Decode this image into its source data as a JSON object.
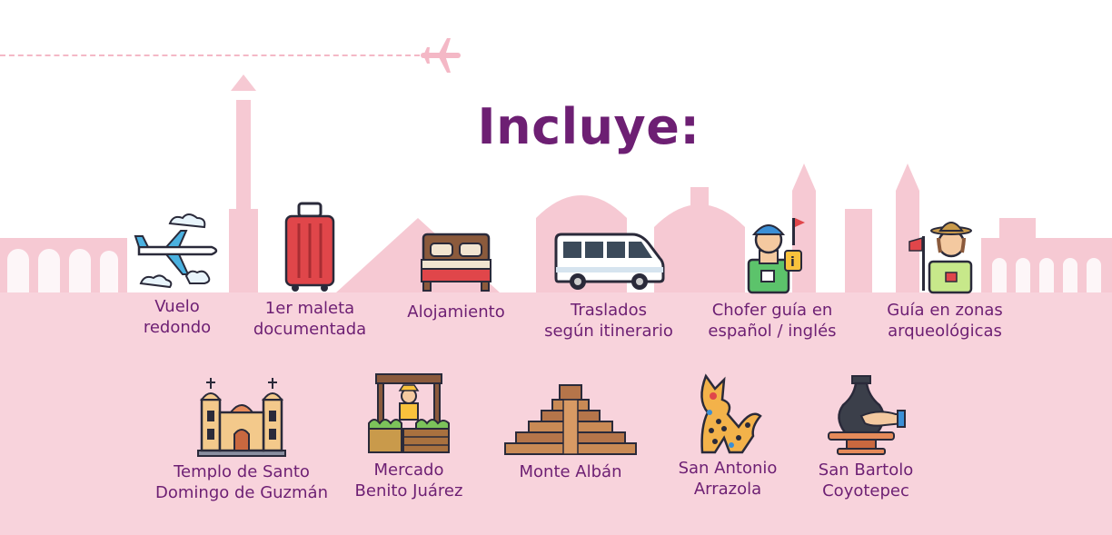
{
  "title": "Incluye:",
  "colors": {
    "accent": "#6d1f73",
    "ground": "#f8d3dc",
    "skyline": "#f6c9d3"
  },
  "decorations": [
    {
      "icon": "airplane-icon"
    },
    {
      "icon": "city-skyline"
    }
  ],
  "row1": [
    {
      "icon": "airplane-clouds-icon",
      "label": "Vuelo\nredondo"
    },
    {
      "icon": "suitcase-icon",
      "label": "1er maleta\ndocumentada"
    },
    {
      "icon": "bed-icon",
      "label": "Alojamiento"
    },
    {
      "icon": "van-icon",
      "label": "Traslados\nsegún itinerario"
    },
    {
      "icon": "driver-guide-icon",
      "label": "Chofer guía en\nespañol / inglés"
    },
    {
      "icon": "archaeology-guide-icon",
      "label": "Guía en zonas\narqueológicas"
    }
  ],
  "row2": [
    {
      "icon": "church-icon",
      "label": "Templo de Santo\nDomingo de Guzmán"
    },
    {
      "icon": "market-stall-icon",
      "label": "Mercado\nBenito Juárez"
    },
    {
      "icon": "pyramid-icon",
      "label": "Monte Albán"
    },
    {
      "icon": "alebrije-icon",
      "label": "San Antonio\nArrazola"
    },
    {
      "icon": "pottery-icon",
      "label": "San Bartolo\nCoyotepec"
    }
  ]
}
